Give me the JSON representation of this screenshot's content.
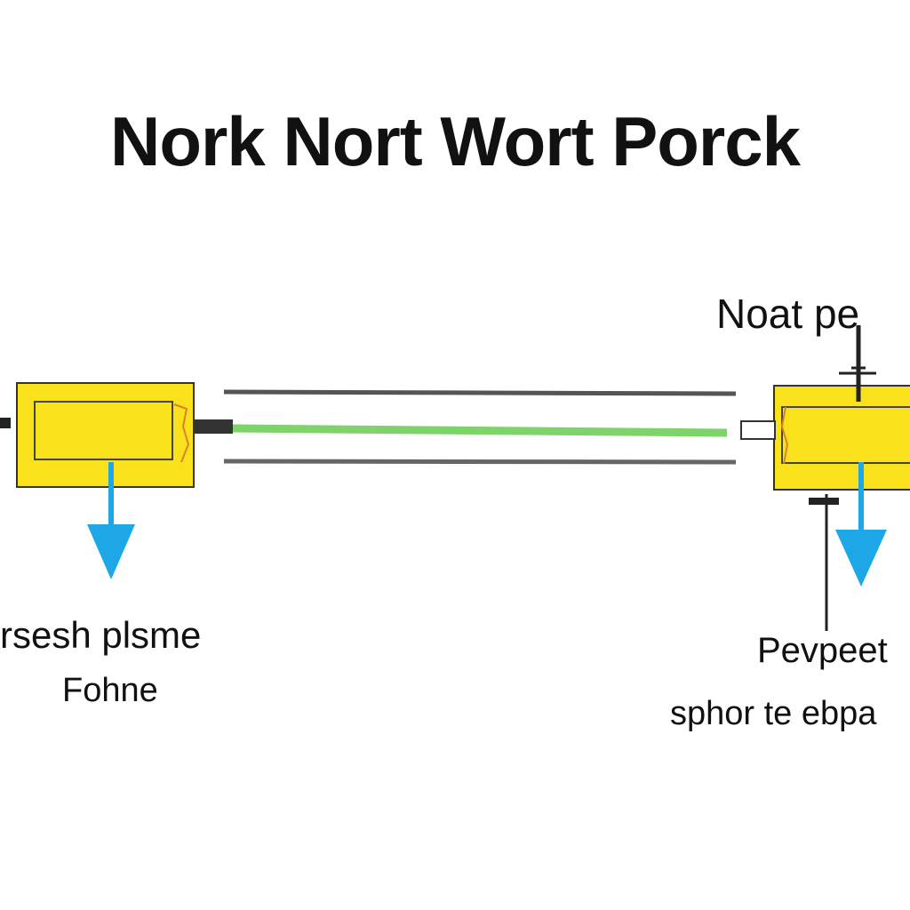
{
  "diagram": {
    "title": "Nork Nort Wort Porck",
    "labels": {
      "top_right": "Noat pe",
      "left_line1": "rsesh plsme",
      "left_line2": "Fohne",
      "right_line1": "Pevpeet",
      "right_line2": "sphor te ebpa"
    },
    "colors": {
      "box_fill": "#f9e21b",
      "box_stroke": "#333333",
      "arrow": "#1ea7e6",
      "green_line": "#7ed36a",
      "gray_line": "#555555"
    }
  }
}
